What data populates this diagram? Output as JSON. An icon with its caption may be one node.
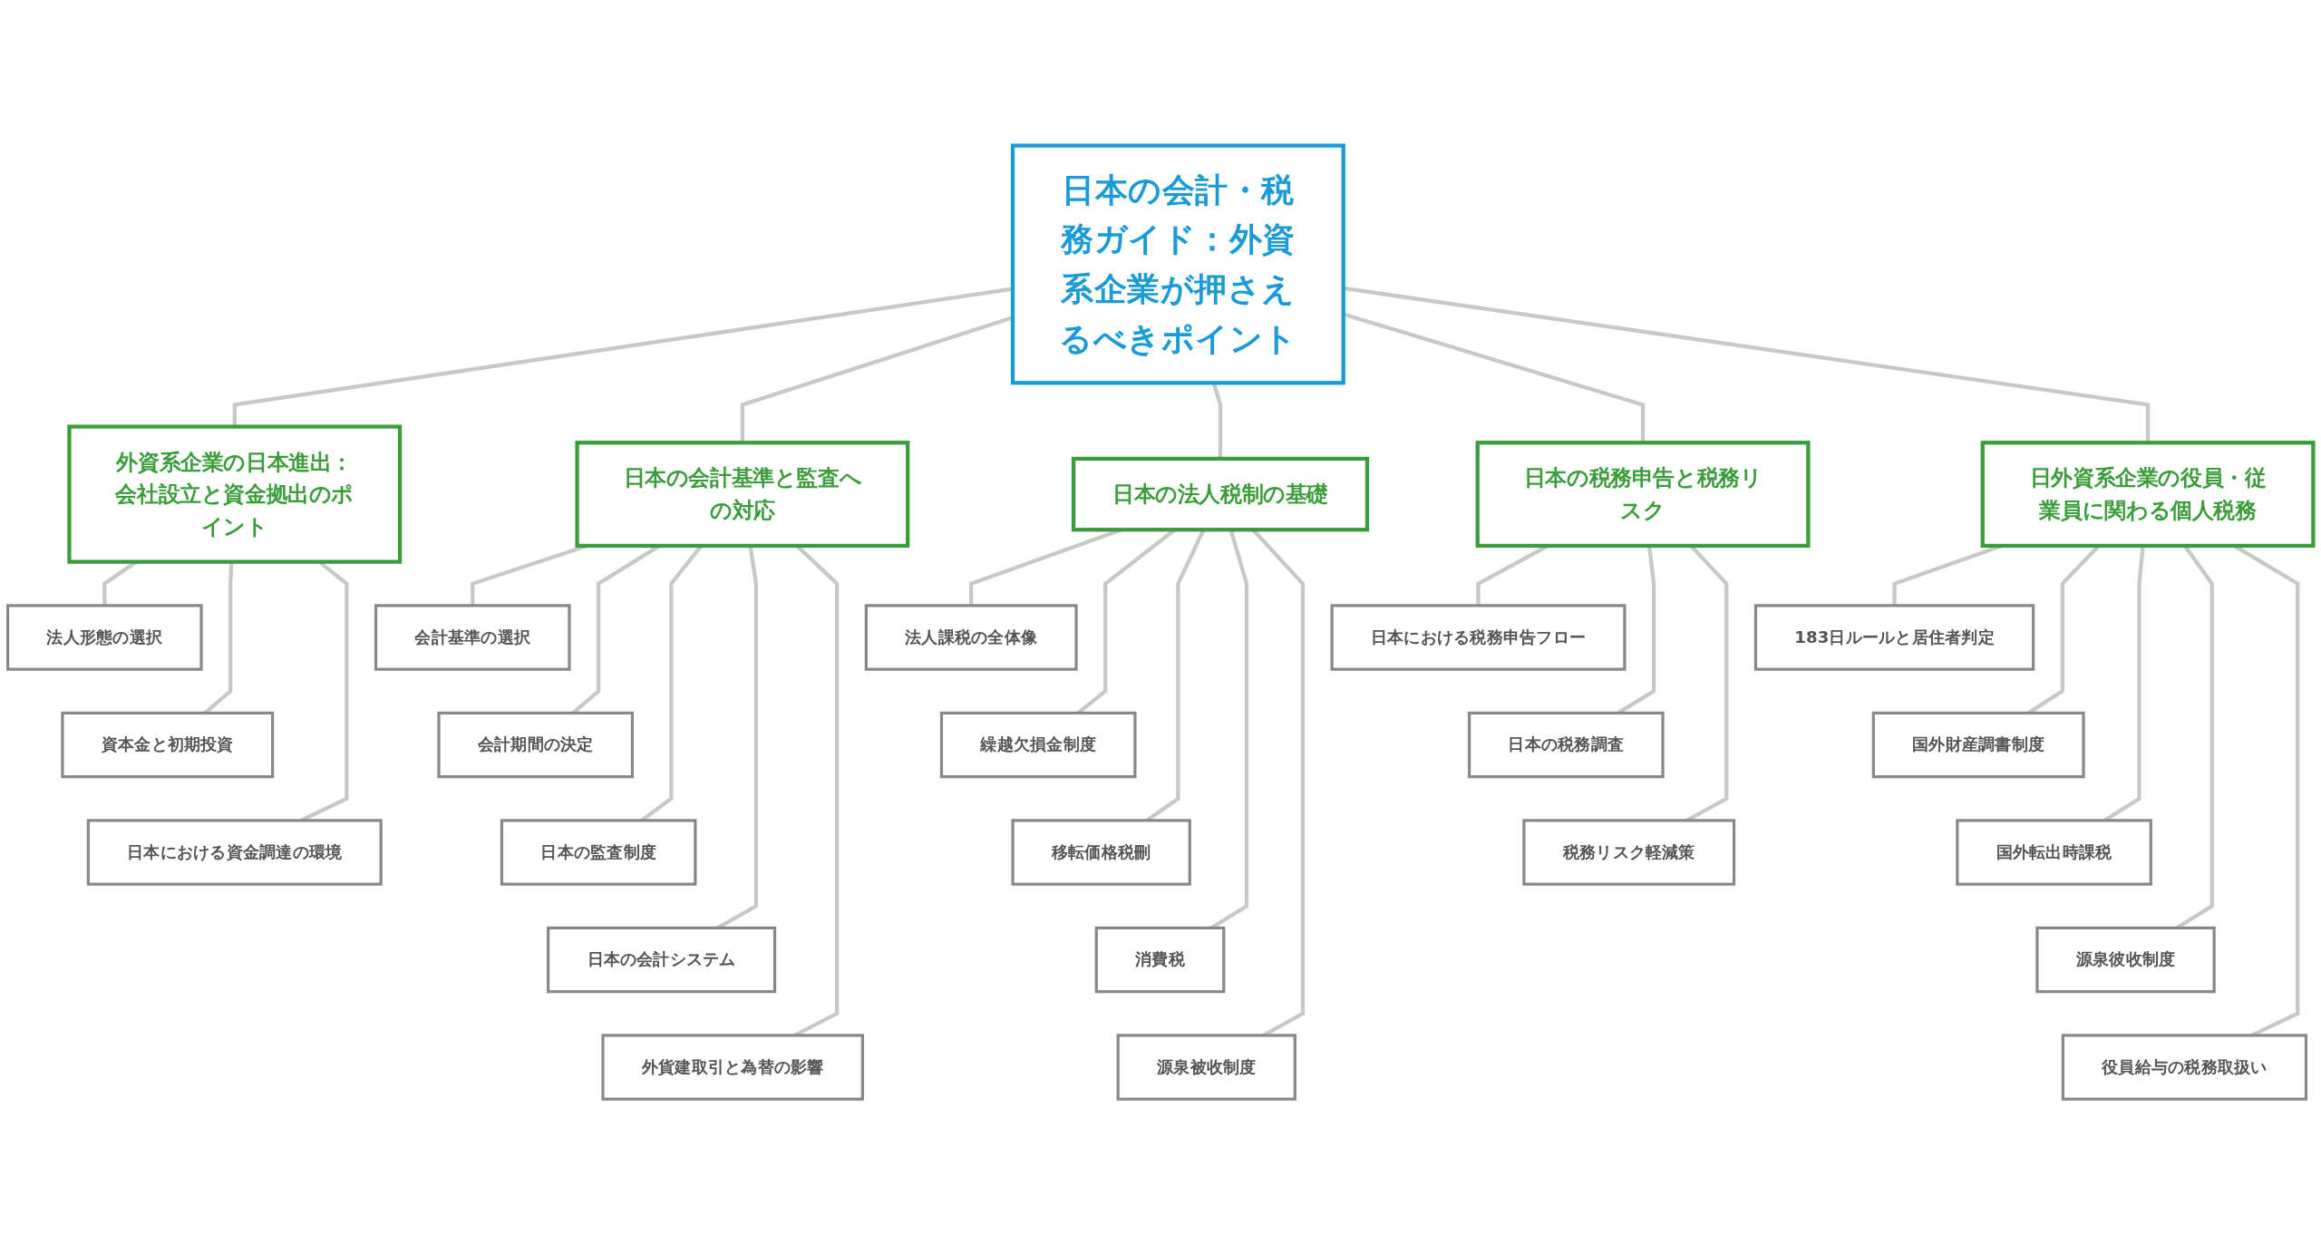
{
  "diagram": {
    "nodes": [
      {
        "text": [
          "日本の会計・税務ガイド：外資系企業が押さえるべきポイント"
        ]
      },
      {
        "text": [
          "外資系企業の日本進出：会社設立と資金拠出のポイント"
        ]
      },
      {
        "text": [
          "法人形態の選択"
        ]
      },
      {
        "text": [
          "資本金と初期投資"
        ]
      },
      {
        "text": [
          "日本における資金調達の環境"
        ]
      },
      {
        "text": [
          "日本の会計基準と監査への対応"
        ]
      },
      {
        "text": [
          "会計基準の選択"
        ]
      },
      {
        "text": [
          "会計期間の決定"
        ]
      },
      {
        "text": [
          "日本の監査制度"
        ]
      },
      {
        "text": [
          "日本の会計システム"
        ]
      },
      {
        "text": [
          "外貨建取引と為替の影響"
        ]
      },
      {
        "text": [
          "日本の法人税制の基礎"
        ]
      },
      {
        "text": [
          "法人課税の全体像"
        ]
      },
      {
        "text": [
          "繰越欠損金制度"
        ]
      },
      {
        "text": [
          "移転価格税刪"
        ]
      },
      {
        "text": [
          "消費税"
        ]
      },
      {
        "text": [
          "源泉被收制度"
        ]
      },
      {
        "text": [
          "日本の税務申告と税務リスク"
        ]
      },
      {
        "text": [
          "日本における税務申告フロー"
        ]
      },
      {
        "text": [
          "日本の税務調査"
        ]
      },
      {
        "text": [
          "税務リスク軽減策"
        ]
      },
      {
        "text": [
          "日外資系企業の役員・従業員に関わる個人税務"
        ]
      },
      {
        "text": [
          "183日ルールと居住者判定"
        ]
      },
      {
        "text": [
          "国外財産調書制度"
        ]
      },
      {
        "text": [
          "国外転出時課税"
        ]
      },
      {
        "text": [
          "源泉彼收制度"
        ]
      },
      {
        "text": [
          "役員給与の税務取扱い"
        ]
      }
    ],
    "edges": [
      {
        "from": 0,
        "to": 1,
        "arrow": "none"
      },
      {
        "from": 0,
        "to": 5,
        "arrow": "none"
      },
      {
        "from": 0,
        "to": 11,
        "arrow": "none"
      },
      {
        "from": 0,
        "to": 17,
        "arrow": "none"
      },
      {
        "from": 0,
        "to": 21,
        "arrow": "none"
      },
      {
        "from": 1,
        "to": 2,
        "arrow": "none"
      },
      {
        "from": 1,
        "to": 3,
        "arrow": "none"
      },
      {
        "from": 1,
        "to": 4,
        "arrow": "none"
      },
      {
        "from": 5,
        "to": 6,
        "arrow": "none"
      },
      {
        "from": 5,
        "to": 7,
        "arrow": "none"
      },
      {
        "from": 5,
        "to": 8,
        "arrow": "none"
      },
      {
        "from": 5,
        "to": 9,
        "arrow": "none"
      },
      {
        "from": 5,
        "to": 10,
        "arrow": "none"
      },
      {
        "from": 11,
        "to": 12,
        "arrow": "none"
      },
      {
        "from": 11,
        "to": 13,
        "arrow": "none"
      },
      {
        "from": 11,
        "to": 14,
        "arrow": "none"
      },
      {
        "from": 11,
        "to": 15,
        "arrow": "none"
      },
      {
        "from": 11,
        "to": 16,
        "arrow": "none"
      },
      {
        "from": 17,
        "to": 18,
        "arrow": "none"
      },
      {
        "from": 17,
        "to": 19,
        "arrow": "none"
      },
      {
        "from": 17,
        "to": 20,
        "arrow": "none"
      },
      {
        "from": 21,
        "to": 22,
        "arrow": "none"
      },
      {
        "from": 21,
        "to": 23,
        "arrow": "none"
      },
      {
        "from": 21,
        "to": 24,
        "arrow": "none"
      },
      {
        "from": 21,
        "to": 25,
        "arrow": "none"
      },
      {
        "from": 21,
        "to": 26,
        "arrow": "none"
      }
    ]
  }
}
